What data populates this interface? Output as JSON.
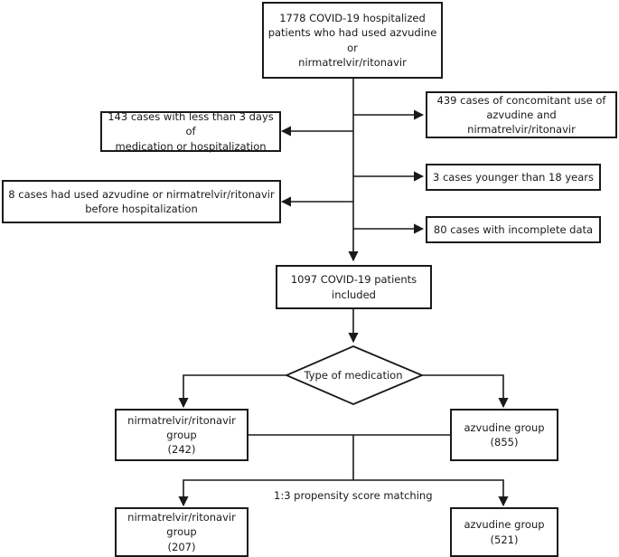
{
  "boxes": {
    "start": [
      "1778 COVID-19 hospitalized",
      "patients who had used azvudine or",
      "nirmatrelvir/ritonavir"
    ],
    "concomitant": [
      "439 cases of concomitant use of",
      "azvudine and nirmatrelvir/ritonavir"
    ],
    "short_medication": [
      "143 cases with less than 3 days of",
      "medication or hospitalization"
    ],
    "under18": [
      "3 cases younger than 18 years"
    ],
    "prior_use": [
      "8 cases had used azvudine or nirmatrelvir/ritonavir",
      "before hospitalization"
    ],
    "incomplete": [
      "80 cases with incomplete data"
    ],
    "included": [
      "1097 COVID-19 patients",
      "included"
    ],
    "decision": [
      "Type of",
      "medication"
    ],
    "nr_group": [
      "nirmatrelvir/ritonavir",
      "group",
      "(242)"
    ],
    "azv_group": [
      "azvudine group",
      "(855)"
    ],
    "matching_label": "1:3 propensity score matching",
    "nr_matched": [
      "nirmatrelvir/ritonavir",
      "group",
      "(207)"
    ],
    "azv_matched": [
      "azvudine group",
      "(521)"
    ]
  }
}
